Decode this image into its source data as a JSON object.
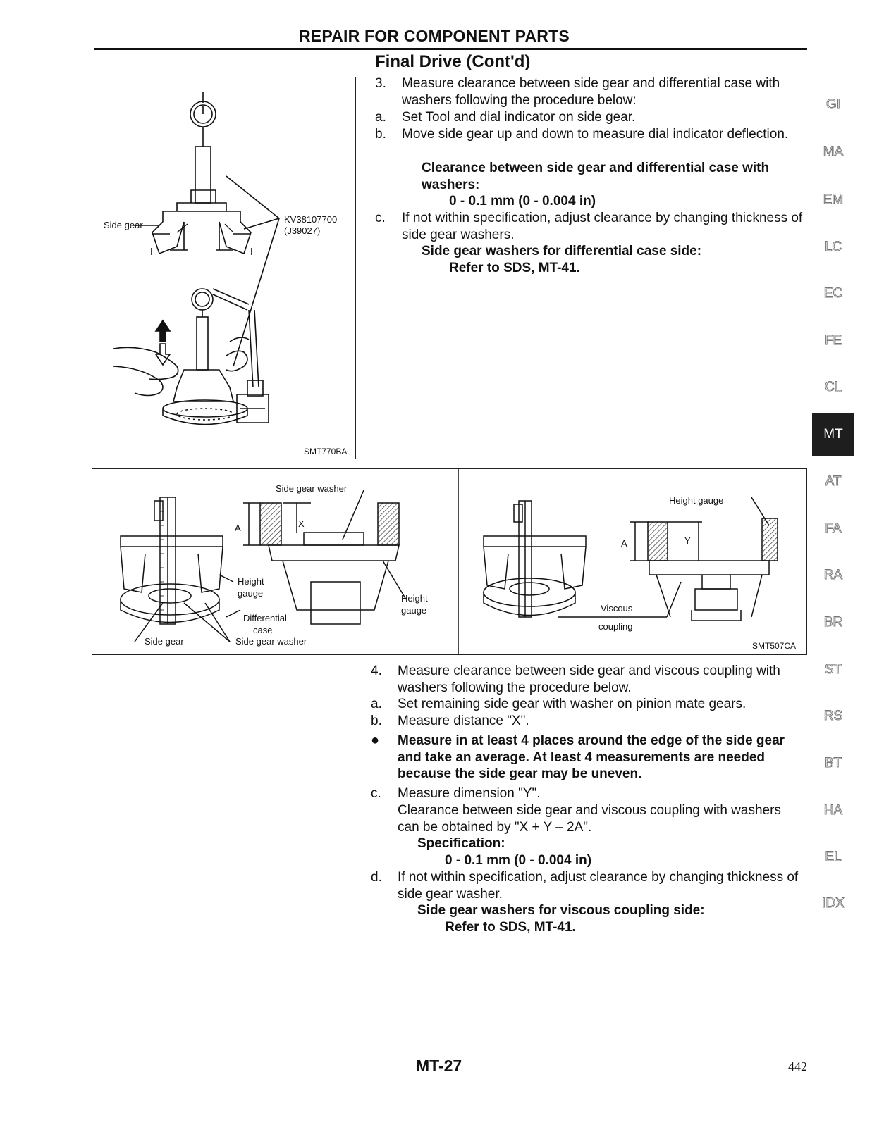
{
  "header": {
    "title": "REPAIR FOR COMPONENT PARTS",
    "section": "Final Drive (Cont'd)"
  },
  "figure1": {
    "labels": {
      "side_gear": "Side gear",
      "tool_no": "KV38107700",
      "tool_alt": "(J39027)"
    },
    "code": "SMT770BA"
  },
  "step3": {
    "num": "3.",
    "text": "Measure clearance between side gear and differential case with washers following the procedure below:",
    "a_label": "a.",
    "a_text": "Set Tool and dial indicator on side gear.",
    "b_label": "b.",
    "b_text": "Move side gear up and down to measure dial indicator deflection.",
    "spec_title": "Clearance between side gear and differential case with washers:",
    "spec_value": "0 - 0.1 mm (0 - 0.004 in)",
    "c_label": "c.",
    "c_text": "If not within specification, adjust clearance by changing thickness of side gear washers.",
    "washer_title": "Side gear washers for differential case side:",
    "washer_ref": "Refer to SDS, MT-41."
  },
  "figure2": {
    "labels": {
      "side_gear_washer_top": "Side gear washer",
      "a": "A",
      "x": "X",
      "height_gauge_left": "Height",
      "height_gauge_left2": "gauge",
      "height_gauge_right": "Height",
      "height_gauge_right2": "gauge",
      "differential_case": "Differential",
      "differential_case2": "case",
      "side_gear": "Side gear",
      "side_gear_washer_bottom": "Side gear washer",
      "height_gauge_top": "Height gauge",
      "a2": "A",
      "y": "Y",
      "viscous": "Viscous",
      "coupling": "coupling"
    },
    "code": "SMT507CA"
  },
  "step4": {
    "num": "4.",
    "text": "Measure clearance between side gear and viscous coupling with washers following the procedure below.",
    "a_label": "a.",
    "a_text": "Set remaining side gear with washer on pinion mate gears.",
    "b_label": "b.",
    "b_text": "Measure distance \"X\".",
    "bullet": "●",
    "bullet_text": "Measure in at least 4 places around the edge of the side gear and take an average. At least 4 measurements are needed because the side gear may be uneven.",
    "c_label": "c.",
    "c_text": "Measure dimension \"Y\".",
    "c_text2": "Clearance between side gear and viscous coupling with washers can be obtained by \"X + Y – 2A\".",
    "spec_title": "Specification:",
    "spec_value": "0 - 0.1 mm (0 - 0.004 in)",
    "d_label": "d.",
    "d_text": "If not within specification, adjust clearance by changing thickness of side gear washer.",
    "washer_title": "Side gear washers for viscous coupling side:",
    "washer_ref": "Refer to SDS, MT-41."
  },
  "side_tabs": [
    "GI",
    "MA",
    "EM",
    "LC",
    "EC",
    "FE",
    "CL",
    "MT",
    "AT",
    "FA",
    "RA",
    "BR",
    "ST",
    "RS",
    "BT",
    "HA",
    "EL",
    "IDX"
  ],
  "active_tab": "MT",
  "footer": {
    "page_label": "MT-27",
    "page_number": "442"
  }
}
